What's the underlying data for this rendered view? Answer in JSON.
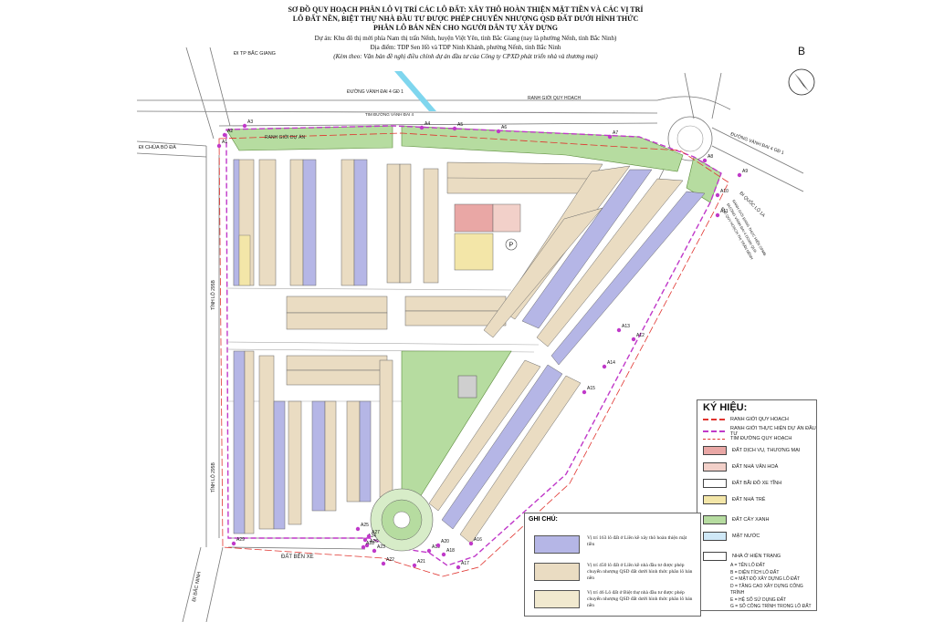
{
  "header": {
    "line1": "SƠ ĐỒ QUY HOẠCH PHÂN LÔ VỊ TRÍ CÁC LÔ ĐẤT: XÂY THÔ HOÀN THIỆN MẶT TIỀN VÀ CÁC VỊ TRÍ",
    "line2": "LÔ ĐẤT NỀN, BIỆT THỰ NHÀ ĐẦU TƯ ĐƯỢC PHÉP CHUYỂN NHƯỢNG QSD ĐẤT DƯỚI HÌNH THỨC",
    "line3": "PHÂN LÔ BÁN NỀN CHO NGƯỜI DÂN TỰ XÂY DỰNG",
    "line4": "Dự án: Khu đô thị mới phía Nam thị trấn Nếnh, huyện Việt Yên, tỉnh Bắc Giang (nay là phường Nếnh, tỉnh Bắc Ninh)",
    "line5": "Địa điểm: TDP Sen Hồ và TDP Ninh Khánh, phường Nếnh, tỉnh Bắc Ninh",
    "line6": "(Kèm theo: Văn bản đề nghị điều chỉnh dự án đầu tư của Công ty CPXD phát triển nhà và thương mại)"
  },
  "map": {
    "north_label": "B",
    "labels": {
      "di_tp_bac_giang": "ĐI TP BẮC GIANG",
      "di_chua_bo_da": "ĐI CHÙA BỔ ĐÀ",
      "di_bac_ninh": "ĐI BẮC NINH",
      "duong_vanh_dai_top": "ĐƯỜNG VÀNH ĐAI 4 GĐ 1",
      "duong_vanh_dai_right": "ĐƯỜNG VÀNH ĐAI 4 GĐ 1",
      "ranh_gioi_quy_hoach": "RANH GIỚI QUY HOẠCH",
      "ranh_gioi_du_an": "RANH GIỚI DỰ ÁN",
      "tim_duong_vanh_dai": "TIM ĐƯỜNG VÀNH ĐAI 4",
      "di_quoc_lo": "ĐI QUỐC LỘ 1A",
      "tinh_lo_upper": "TỈNH LỘ 295B",
      "tinh_lo_lower": "TỈNH LỘ 295B",
      "dat_ben_xe": "ĐẤT BẾN XE",
      "right_note1": "RANH GIỚI ĐANG THỰC HIỆN GPMB",
      "right_note2": "ĐƯỜNG VÀNH ĐAI 4 DOAN QUA",
      "right_note3": "KHU QUY HOẠCH THỊ TRẤN NẾNH",
      "parking_symbol": "P"
    },
    "points": [
      "A1",
      "A2",
      "A3",
      "A4",
      "A5",
      "A6",
      "A7",
      "A8",
      "A9",
      "A10",
      "A11",
      "A12",
      "A13",
      "A14",
      "A15",
      "A16",
      "A17",
      "A18",
      "A19",
      "A20",
      "A21",
      "A22",
      "A23",
      "A24",
      "A25",
      "A26",
      "A27",
      "A28",
      "A29"
    ]
  },
  "legend": {
    "title": "KÝ HIỆU:",
    "items": [
      {
        "label": "RANH GIỚI QUY HOẠCH",
        "color": "#e0342f"
      },
      {
        "label": "RANH GIỚI THỰC HIỆN DỰ ÁN ĐẦU TƯ",
        "color": "#c039c9"
      },
      {
        "label": "TIM ĐƯỜNG QUY HOẠCH",
        "color": "#e0342f"
      },
      {
        "label": "ĐẤT DỊCH VỤ, THƯƠNG MẠI",
        "color": "#e9a7a5"
      },
      {
        "label": "ĐẤT NHÀ VĂN HOÁ",
        "color": "#f2d0c9"
      },
      {
        "label": "ĐẤT BÃI ĐỖ XE TĨNH",
        "color": "#ffffff"
      },
      {
        "label": "ĐẤT NHÀ TRẺ",
        "color": "#f3e6a8"
      },
      {
        "label": "ĐẤT CÂY XANH",
        "color": "#b6dca0"
      },
      {
        "label": "MẶT NƯỚC",
        "color": "#cfe8f7"
      },
      {
        "label": "NHÀ Ở HIỆN TRẠNG",
        "color": "#ffffff"
      }
    ],
    "codes": [
      "A = TÊN LÔ ĐẤT",
      "B = DIỆN TÍCH LÔ ĐẤT",
      "C = MẬT ĐỘ XÂY DỰNG LÔ ĐẤT",
      "D = TẦNG CAO XÂY DỰNG CÔNG TRÌNH",
      "E = HỆ SỐ SỬ DỤNG ĐẤT",
      "G = SỐ CÔNG TRÌNH TRONG LÔ ĐẤT"
    ]
  },
  "notes": {
    "title": "GHI CHÚ:",
    "items": [
      {
        "text": "Vị trí 163 lô đất ở Liền kề xây thô hoàn thiện mặt tiền",
        "color": "#b5b6e6"
      },
      {
        "text": "Vị trí 450 lô đất ở Liền kề nhà đầu tư được phép chuyển nhượng QSD đất dưới hình thức phân lô bán nền",
        "color": "#eadcc2"
      },
      {
        "text": "Vị trí 46 Lô đất ở Biệt thự nhà đầu tư được phép chuyển nhượng QSD đất dưới hình thức phân lô bán nền",
        "color": "#f1e9cf"
      }
    ]
  },
  "colors": {
    "green": "#b6dca0",
    "purple": "#b5b6e6",
    "tan": "#eadcc2",
    "pink": "#e9a7a5",
    "boundary": "#c039c9",
    "planline": "#e0342f",
    "water": "#7fd6ee"
  }
}
